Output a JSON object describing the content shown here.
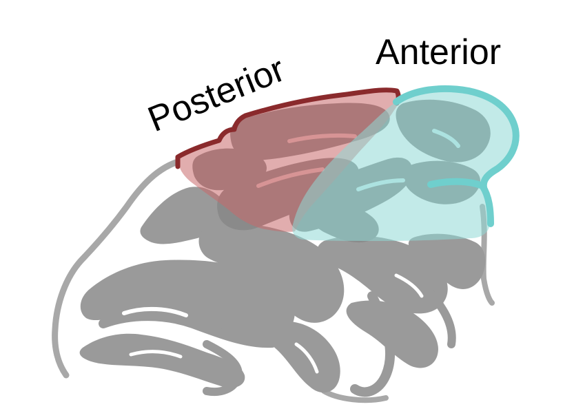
{
  "labels": {
    "posterior": "Posterior",
    "anterior": "Anterior"
  },
  "regions": [
    {
      "name": "posterior",
      "color": "#c96a6c",
      "outline_color": "#8a2a2c"
    },
    {
      "name": "anterior",
      "color": "#8fd9d6",
      "outline_color": "#6fcfcd"
    }
  ],
  "colors": {
    "brain_fill": "#9a9a9a",
    "brain_outline": "#a8a8a8",
    "background": "#ffffff"
  }
}
